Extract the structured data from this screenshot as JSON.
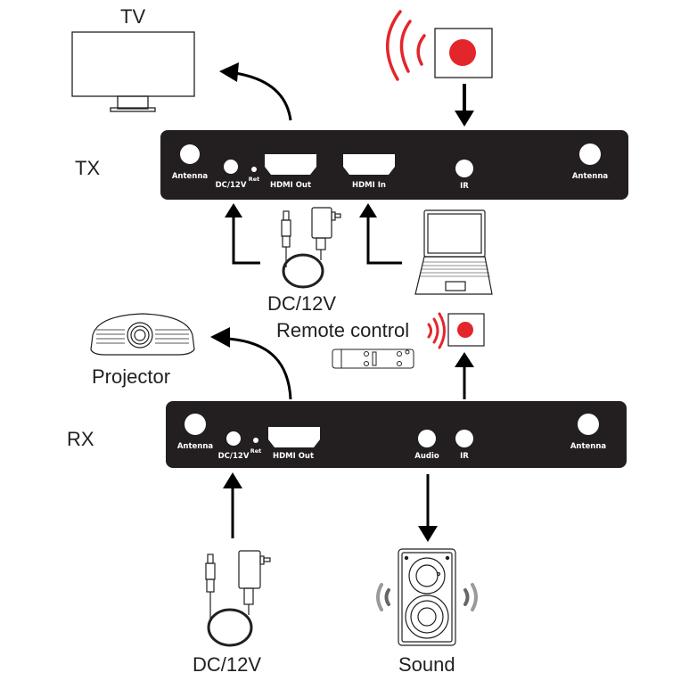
{
  "labels": {
    "tv": "TV",
    "tx": "TX",
    "rx": "RX",
    "dc_top": "DC/12V",
    "remote_control": "Remote control",
    "projector": "Projector",
    "dc_bottom": "DC/12V",
    "sound": "Sound"
  },
  "tx_panel": {
    "ports": {
      "antenna_left": "Antenna",
      "dc": "DC/12V",
      "ret": "Ret",
      "hdmi_out": "HDMI Out",
      "hdmi_in": "HDMI In",
      "ir": "IR",
      "antenna_right": "Antenna"
    }
  },
  "rx_panel": {
    "ports": {
      "antenna_left": "Antenna",
      "dc": "DC/12V",
      "ret": "Ret",
      "hdmi_out": "HDMI Out",
      "audio": "Audio",
      "ir": "IR",
      "antenna_right": "Antenna"
    }
  },
  "colors": {
    "panel": "#231f20",
    "ir_red": "#e3262b",
    "sound_wave_gray": "#9a9a9a"
  }
}
